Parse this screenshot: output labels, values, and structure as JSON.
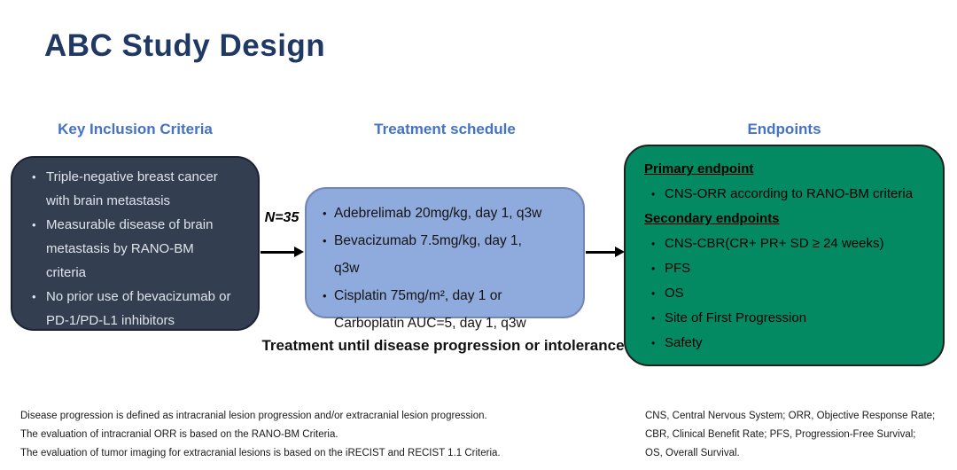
{
  "title": "ABC Study Design",
  "inclusion": {
    "header": "Key Inclusion Criteria",
    "items": [
      "Triple-negative breast cancer with brain metastasis",
      "Measurable disease of brain metastasis by RANO-BM criteria",
      "No prior use of bevacizumab or PD-1/PD-L1 inhibitors"
    ]
  },
  "treatment": {
    "header": "Treatment schedule",
    "n_label": "N=35",
    "items": [
      "Adebrelimab 20mg/kg, day 1, q3w",
      "Bevacizumab 7.5mg/kg, day 1, q3w",
      "Cisplatin 75mg/m², day 1 or Carboplatin AUC=5, day 1, q3w"
    ],
    "note": "Treatment until disease progression or intolerance"
  },
  "endpoints": {
    "header": "Endpoints",
    "primary_heading": "Primary endpoint",
    "primary_items": [
      "CNS-ORR according to RANO-BM criteria"
    ],
    "secondary_heading": "Secondary endpoints",
    "secondary_items": [
      "CNS-CBR(CR+ PR+ SD ≥ 24 weeks)",
      "PFS",
      "OS",
      "Site of First Progression",
      "Safety"
    ]
  },
  "footnotes": {
    "left": [
      "Disease progression is defined as intracranial lesion progression  and/or extracranial lesion progression.",
      "The evaluation of intracranial ORR is based on the RANO-BM Criteria.",
      "The evaluation of tumor imaging for extracranial lesions is based on the iRECIST and RECIST 1.1 Criteria."
    ],
    "right": [
      "CNS, Central Nervous System;  ORR, Objective Response Rate;",
      "CBR, Clinical Benefit Rate; PFS, Progression-Free Survival;",
      "OS, Overall Survival."
    ]
  },
  "colors": {
    "title_navy": "#1F3864",
    "header_blue": "#4472C4",
    "inclusion_box_bg": "#333F50",
    "inclusion_text": "#DFE4EB",
    "treatment_box_bg": "#8FAADC",
    "treatment_box_border": "#7285B5",
    "endpoints_box_bg": "#048A62",
    "arrow": "#000000"
  }
}
